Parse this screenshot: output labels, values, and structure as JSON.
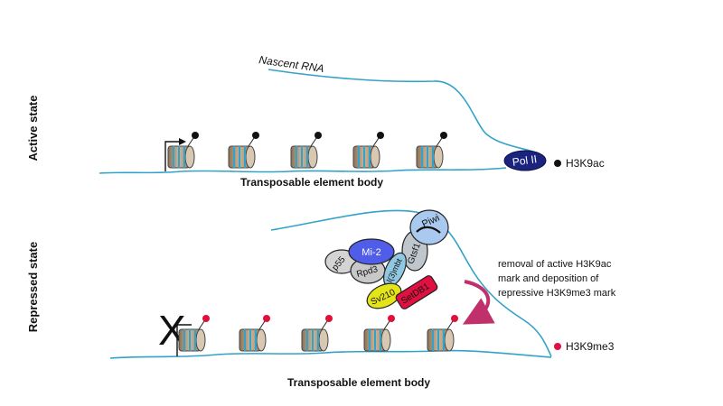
{
  "active": {
    "state_label": "Active state",
    "nascent_rna": "Nascent RNA",
    "pol2": "Pol II",
    "legend": "H3K9ac",
    "body_label": "Transposable element body"
  },
  "repressed": {
    "state_label": "Repressed state",
    "complex": {
      "piwi": "Piwi",
      "gtsf1": "Gtsf1",
      "mi2": "Mi-2",
      "p55": "p55",
      "rpd3": "Rpd3",
      "l3mbt": "l(3)mbt",
      "sv210": "Sv210",
      "setdb1": "SetDB1"
    },
    "block_symbol": "X",
    "note_lines": [
      "removal of active H3K9ac",
      "mark and deposition of",
      "repressive H3K9me3 mark"
    ],
    "legend": "H3K9me3",
    "body_label": "Transposable element body"
  },
  "colors": {
    "strand": "#33a2c8",
    "nucleosome": "#b89d80",
    "pol2": "#1a237e",
    "active_mark": "#111111",
    "repressive_mark": "#e0103a",
    "mi2": "#4f5de8",
    "setdb1": "#e01040",
    "sv210": "#e4e41a",
    "piwi": "#a9c9ee",
    "arrow": "#c0306a"
  }
}
